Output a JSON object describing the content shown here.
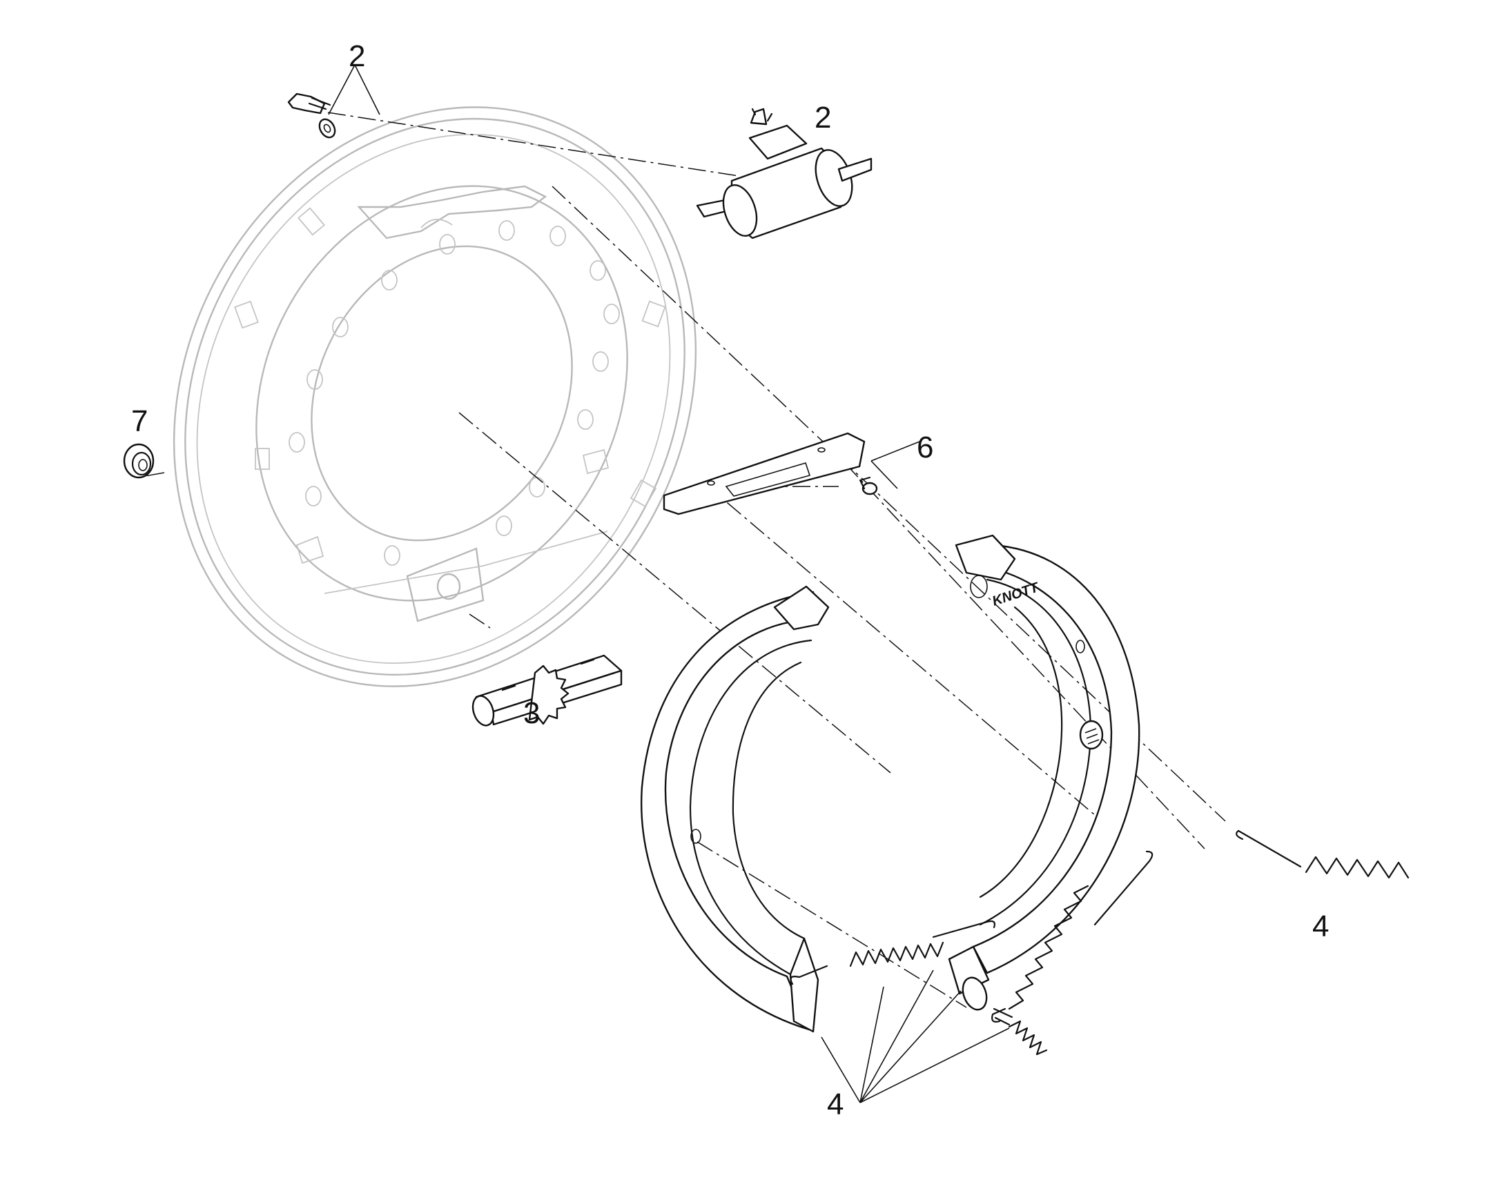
{
  "diagram": {
    "callouts": [
      "2",
      "2",
      "7",
      "6",
      "3",
      "4",
      "4"
    ],
    "brand_mark": "KNOTT",
    "colors": {
      "line": "#111111",
      "ghost": "#b8b8b8",
      "background": "#ffffff"
    }
  }
}
